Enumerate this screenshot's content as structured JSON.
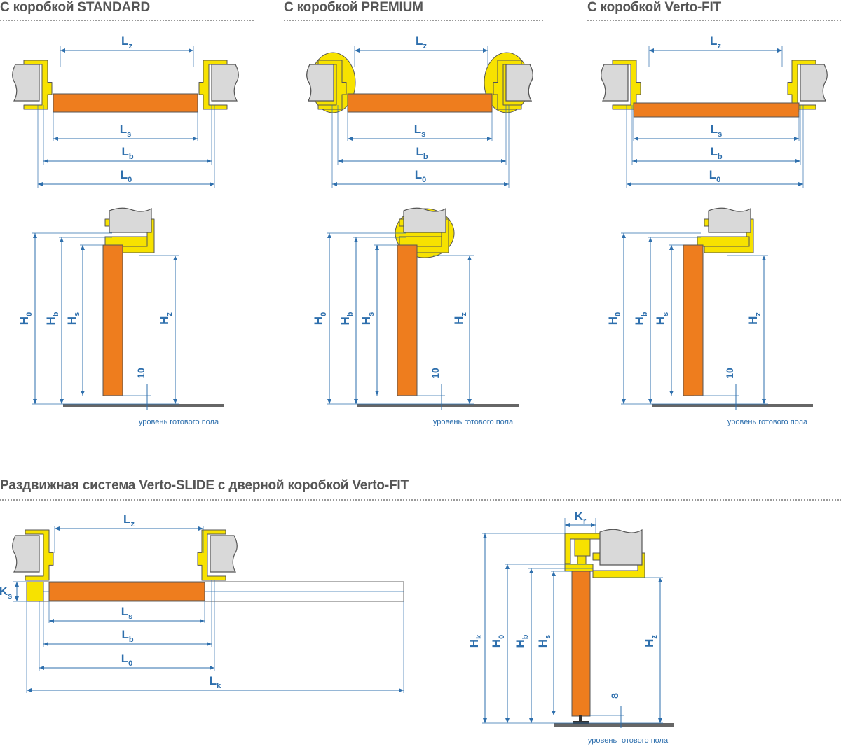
{
  "headings": {
    "standard": "С коробкой STANDARD",
    "premium": "С коробкой PREMIUM",
    "vertofit": "С коробкой Verto-FIT",
    "slide": "Раздвижная система Verto-SLIDE с дверной коробкой Verto-FIT"
  },
  "labels": {
    "L": "L",
    "H": "H",
    "K": "K",
    "sub_z": "z",
    "sub_s": "s",
    "sub_b": "b",
    "sub_0": "0",
    "sub_k": "k",
    "sub_r": "r",
    "gap10": "10",
    "gap8": "8",
    "floor": "уровень готового пола"
  },
  "colors": {
    "door": "#ee7d1e",
    "frame": "#f7e200",
    "wall": "#d9d9d9",
    "dimension": "#2e6fad",
    "floor": "#666666",
    "heading": "#555555"
  }
}
